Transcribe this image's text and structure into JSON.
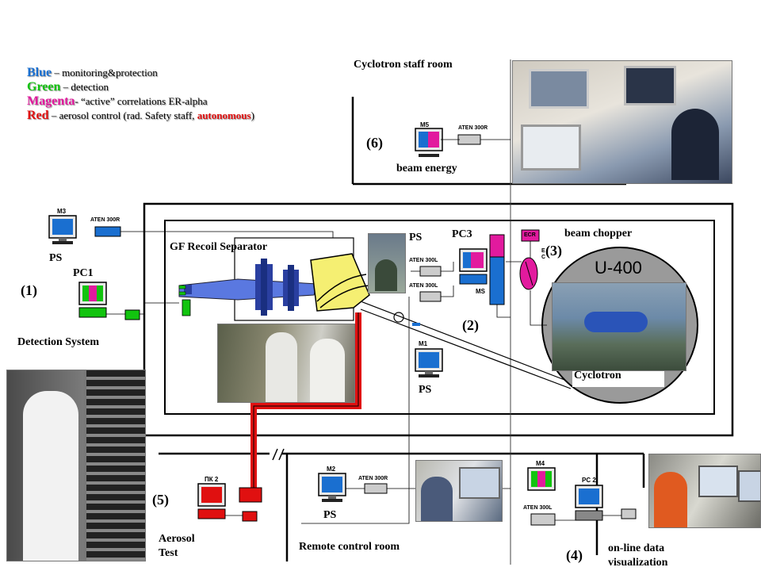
{
  "legend": {
    "blue_key": "Blue",
    "blue_text": " – monitoring&protection",
    "green_key": "Green",
    "green_text": "  – detection",
    "magenta_key": "Magenta",
    "magenta_text": "- “active” correlations ER-alpha",
    "red_key": "Red",
    "red_text": " – aerosol control (rad. Safety staff, ",
    "red_emph": "autonomous",
    "red_close": ")"
  },
  "labels": {
    "cyclotron_staff_room": "Cyclotron staff room",
    "beam_energy": "beam energy",
    "gf_recoil_separator": "GF Recoil Separator",
    "detection_system": "Detection System",
    "beam_chopper": "beam chopper",
    "u400": "U-400",
    "cyclotron": "Cyclotron",
    "aerosol_test_1": "Aerosol",
    "aerosol_test_2": "Test",
    "remote_control_room": "Remote control room",
    "online_data_1": "on-line data",
    "online_data_2": "visualization",
    "ecr": "ECR",
    "ec": "E\nC"
  },
  "zones": {
    "z1": "(1)",
    "z2": "(2)",
    "z3": "(3)",
    "z4": "(4)",
    "z5": "(5)",
    "z6": "(6)"
  },
  "devices": {
    "m3": "M3",
    "m5": "M5",
    "m1": "M1",
    "m2": "M2",
    "m4": "M4",
    "ms": "MS",
    "pc1": "PC1",
    "pc2": "PC 2",
    "pc3": "PC3",
    "pk2": "ПК 2",
    "ps": "PS",
    "aten300r": "ATEN 300R",
    "aten300l": "ATEN 300L"
  },
  "colors": {
    "blue": "#1a6fd0",
    "green": "#12c40f",
    "magenta": "#e21a9e",
    "red": "#e01010",
    "cyclotron_gray": "#9a9a9a"
  }
}
